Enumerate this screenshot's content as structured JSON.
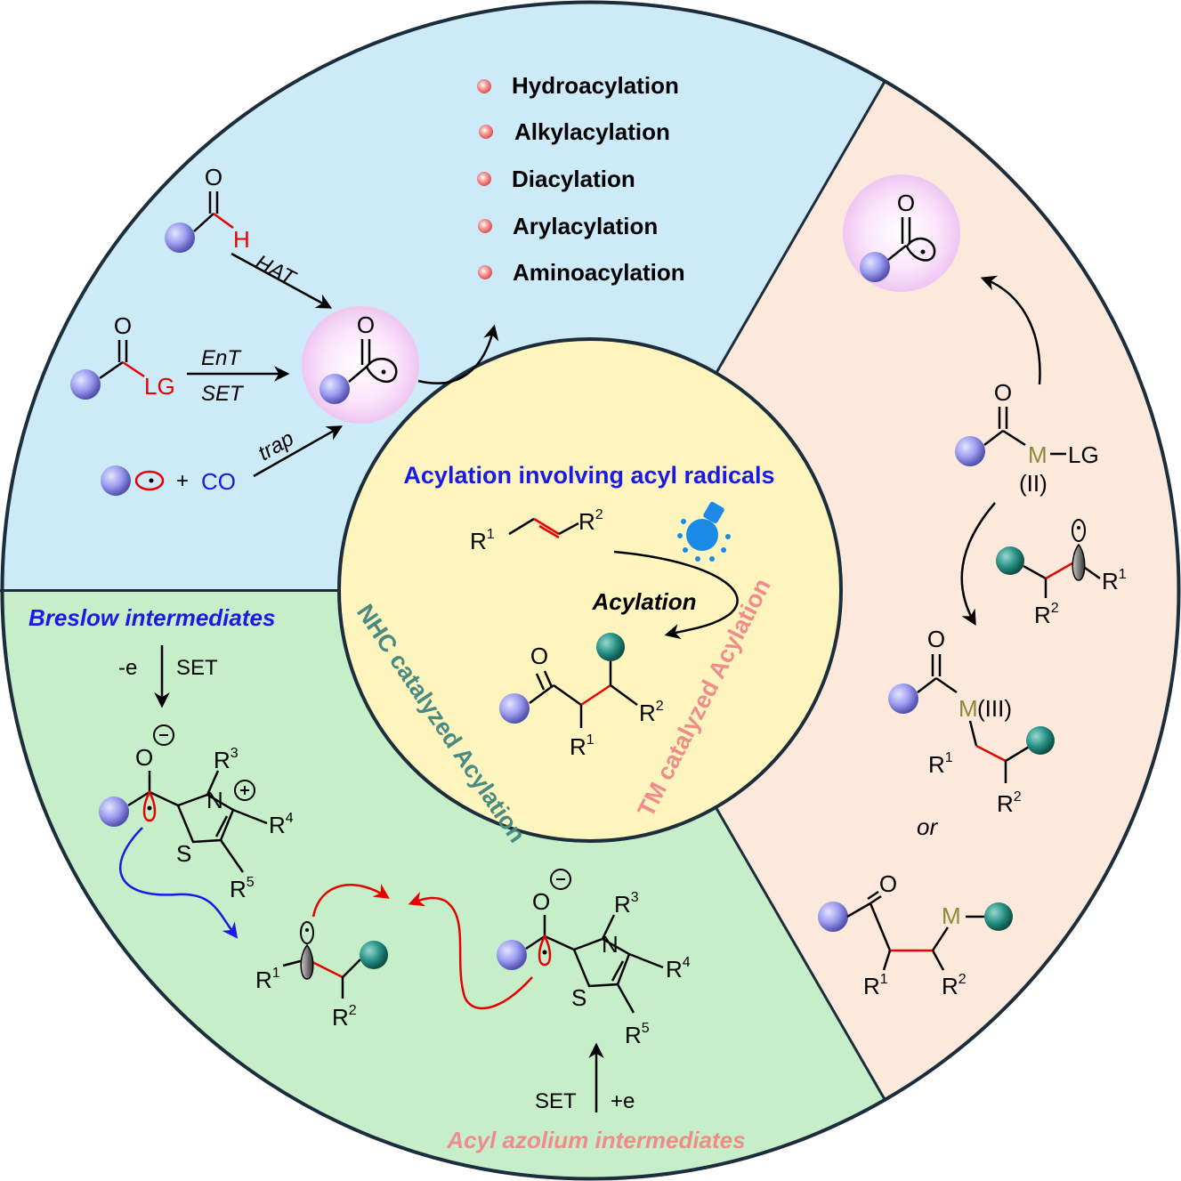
{
  "center": {
    "title": "Acylation involving acyl radicals",
    "reaction_label": "Acylation",
    "r1": "R",
    "r1_sup": "1",
    "r2": "R",
    "r2_sup": "2",
    "ketone_o": "O",
    "prod_r1": "R",
    "prod_r1_sup": "1",
    "prod_r2": "R",
    "prod_r2_sup": "2",
    "nhc_label": "NHC catalyzed Acylation",
    "tm_label": "TM catalyzed Acylation"
  },
  "top": {
    "reactions": [
      "Hydroacylation",
      "Alkylacylation",
      "Diacylation",
      "Arylacylation",
      "Aminoacylation"
    ],
    "aldehyde_o": "O",
    "aldehyde_h": "H",
    "hat": "HAT",
    "acyl_lg_o": "O",
    "lg": "LG",
    "ent": "EnT",
    "set": "SET",
    "plus": "+",
    "co": "CO",
    "trap": "trap",
    "radical_o": "O"
  },
  "right": {
    "radical_o": "O",
    "m_lg_o": "O",
    "m": "M",
    "lg_label": "LG",
    "m_ox": "(II)",
    "alkyl_r1": "R",
    "alkyl_r1_sup": "1",
    "alkyl_r2": "R",
    "alkyl_r2_sup": "2",
    "m3_o": "O",
    "m3_m": "M",
    "m3_ox": "(III)",
    "m3_r1": "R",
    "m3_r1_sup": "1",
    "m3_r2": "R",
    "m3_r2_sup": "2",
    "or": "or",
    "last_o": "O",
    "last_m": "M",
    "last_r1": "R",
    "last_r1_sup": "1",
    "last_r2": "R",
    "last_r2_sup": "2"
  },
  "bottom": {
    "breslow": "Breslow intermediates",
    "minus_e": "-e",
    "set1": "SET",
    "o1": "O",
    "n1": "N",
    "s1": "S",
    "r3": "R",
    "r3_sup": "3",
    "r4": "R",
    "r4_sup": "4",
    "r5": "R",
    "r5_sup": "5",
    "rad_r1": "R",
    "rad_r1_sup": "1",
    "rad_r2": "R",
    "rad_r2_sup": "2",
    "o2": "O",
    "n2": "N",
    "s2": "S",
    "r3b": "R",
    "r3b_sup": "3",
    "r4b": "R",
    "r4b_sup": "4",
    "r5b": "R",
    "r5b_sup": "5",
    "set2": "SET",
    "plus_e": "+e",
    "acyl_azolium": "Acyl azolium intermediates"
  },
  "colors": {
    "blue_sector": "#cdeaf9",
    "peach_sector": "#fde9dc",
    "green_sector": "#c6eec9",
    "center_fill": "#fdf5bd",
    "title_blue": "#1a1ae6",
    "teal_text": "#4a8a82",
    "pink_text": "#f08c8c",
    "red": "#e60000",
    "metal": "#8a8a3a"
  }
}
